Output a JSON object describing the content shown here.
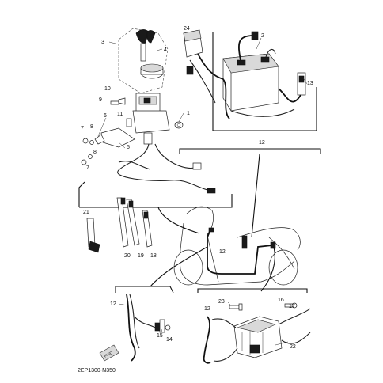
{
  "labels": {
    "l1": "1",
    "l2": "2",
    "l3": "3",
    "l4": "4",
    "l5": "5",
    "l6": "6",
    "l7a": "7",
    "l7b": "7",
    "l8a": "8",
    "l8b": "8",
    "l9": "9",
    "l10": "10",
    "l11": "11",
    "l12a": "12",
    "l12b": "12",
    "l12c": "12",
    "l12d": "12",
    "l13": "13",
    "l14": "14",
    "l15": "15",
    "l16": "16",
    "l17": "17",
    "l18": "18",
    "l19": "19",
    "l20": "20",
    "l21": "21",
    "l22": "22",
    "l23": "23",
    "l24": "24"
  },
  "fwd_mark": "FWD",
  "drawing_code": "2EP1300-N350"
}
